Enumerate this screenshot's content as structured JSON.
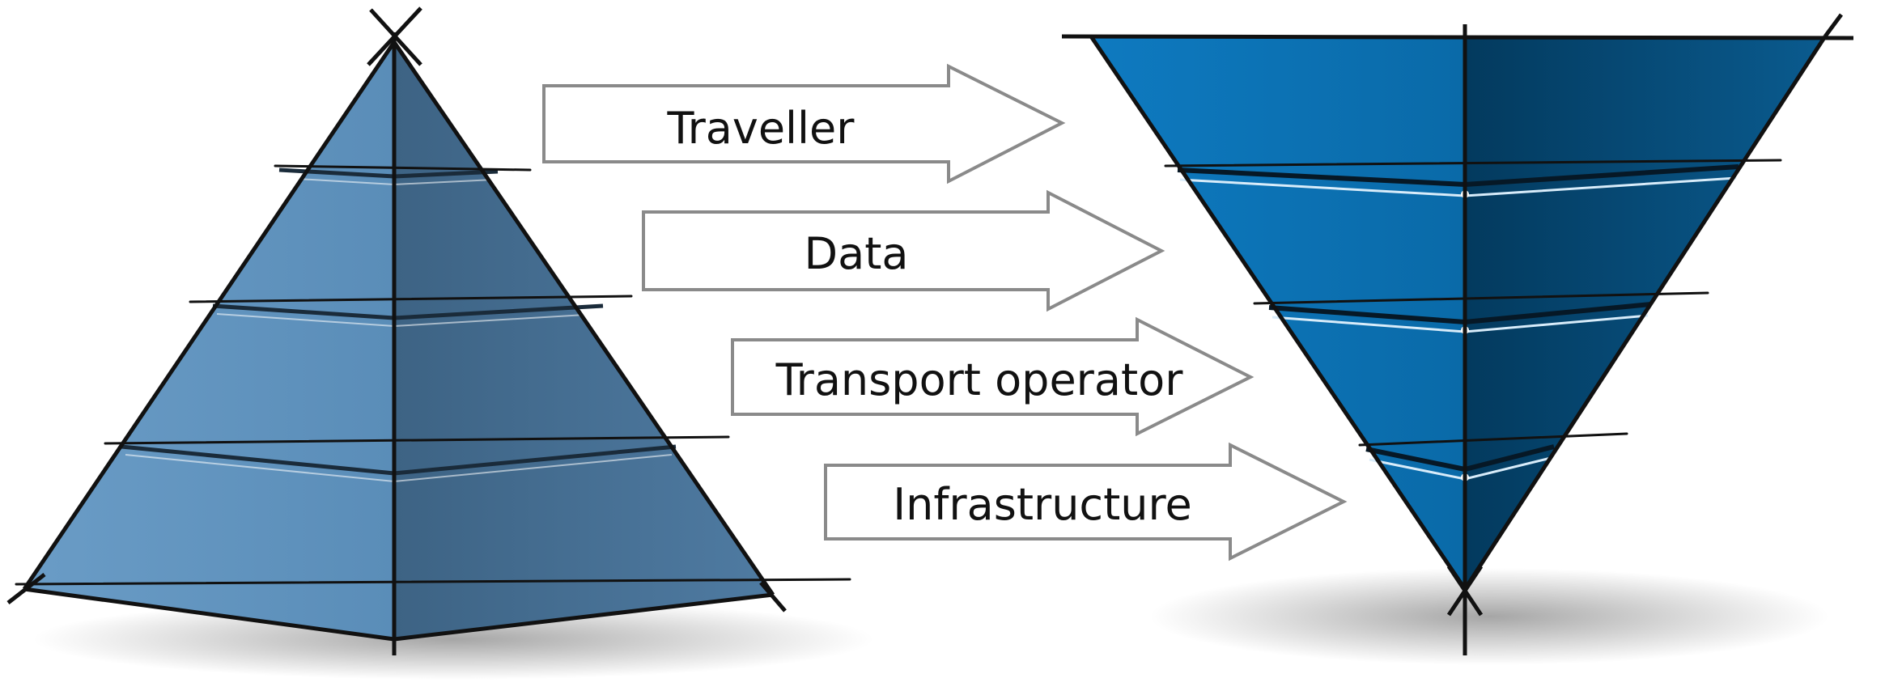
{
  "diagram": {
    "left_shape": "pyramid",
    "right_shape": "inverted-pyramid",
    "colors": {
      "pyramid_face_light": "#5a8db8",
      "pyramid_face_dark": "#3f6686",
      "inverted_face_light": "#0b73b5",
      "inverted_face_dark": "#05466f",
      "arrow_fill": "#ffffff",
      "arrow_stroke": "#8a8a8a",
      "outline": "#111111"
    },
    "arrows": [
      {
        "label": "Traveller"
      },
      {
        "label": "Data"
      },
      {
        "label": "Transport operator"
      },
      {
        "label": "Infrastructure"
      }
    ]
  }
}
